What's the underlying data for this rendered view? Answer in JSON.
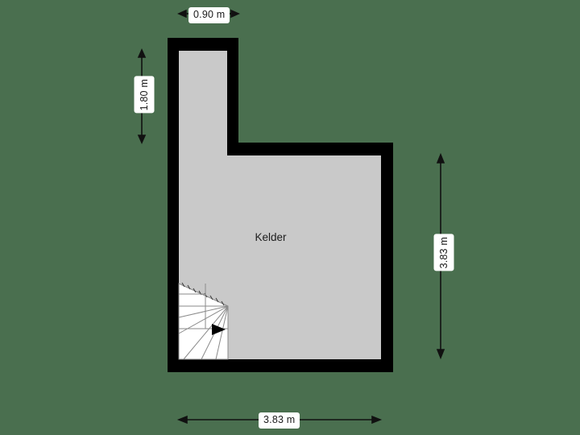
{
  "plan": {
    "background_color": "#4a6f4f",
    "wall_color": "#000000",
    "floor_color": "#c9c9c9",
    "dimension_color": "#111111",
    "stair_line_color": "#8a8a8a",
    "label_background": "#ffffff",
    "label_text_color": "#1a1a1a"
  },
  "rooms": [
    {
      "name": "kelder",
      "label": "Kelder"
    }
  ],
  "dimensions": {
    "top": {
      "value": "0.90 m",
      "orientation": "horizontal",
      "measures": "upper-shaft-width"
    },
    "left": {
      "value": "1.80 m",
      "orientation": "vertical",
      "measures": "upper-shaft-height"
    },
    "right": {
      "value": "3.83 m",
      "orientation": "vertical",
      "measures": "main-room-height"
    },
    "bottom": {
      "value": "3.83 m",
      "orientation": "horizontal",
      "measures": "overall-width"
    }
  },
  "features": {
    "staircase": {
      "name": "winder-staircase",
      "direction_indicator": "arrow-right",
      "tread_count": 9
    }
  }
}
